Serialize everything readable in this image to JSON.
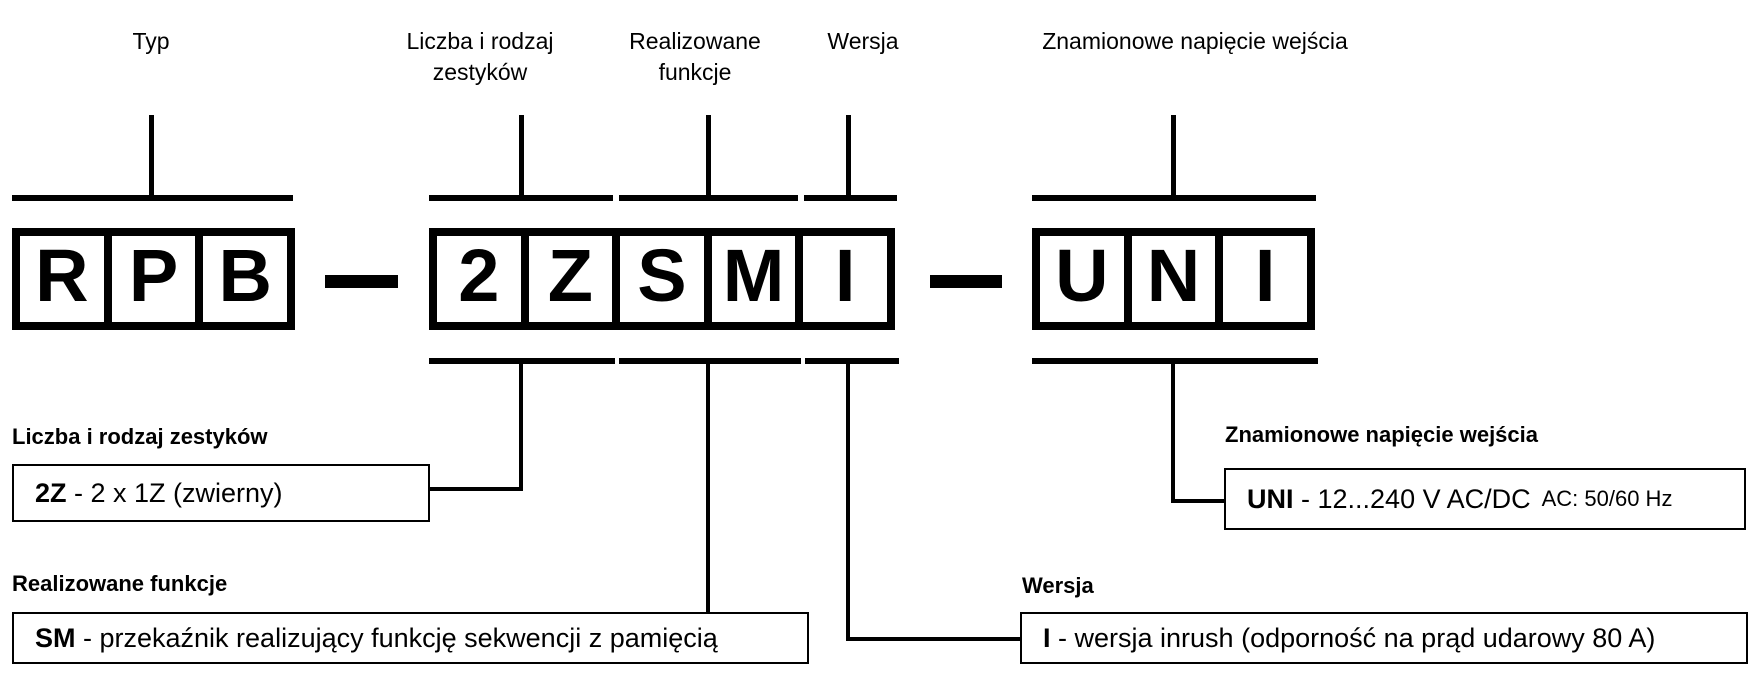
{
  "colors": {
    "ink": "#000000",
    "background": "#ffffff"
  },
  "top_labels": {
    "typ": "Typ",
    "contacts": "Liczba i rodzaj\nzestyków",
    "functions": "Realizowane\nfunkcje",
    "version": "Wersja",
    "voltage": "Znamionowe napięcie wejścia"
  },
  "code": {
    "groups": [
      {
        "name": "typ",
        "cells": [
          "R",
          "P",
          "B"
        ]
      },
      {
        "name": "middle",
        "cells": [
          "2",
          "Z",
          "S",
          "M",
          "I"
        ]
      },
      {
        "name": "voltage",
        "cells": [
          "U",
          "N",
          "I"
        ]
      }
    ]
  },
  "sections": {
    "contacts": {
      "heading": "Liczba i rodzaj zestyków",
      "code": "2Z",
      "desc": " - 2 x 1Z (zwierny)"
    },
    "functions": {
      "heading": "Realizowane funkcje",
      "code": "SM",
      "desc": " - przekaźnik realizujący funkcję sekwencji z pamięcią"
    },
    "voltage": {
      "heading": "Znamionowe napięcie wejścia",
      "code": "UNI",
      "desc": " - 12...240 V AC/DC",
      "note": "AC: 50/60 Hz"
    },
    "version": {
      "heading": "Wersja",
      "code": "I",
      "desc": " - wersja inrush (odporność na prąd udarowy 80 A)"
    }
  }
}
